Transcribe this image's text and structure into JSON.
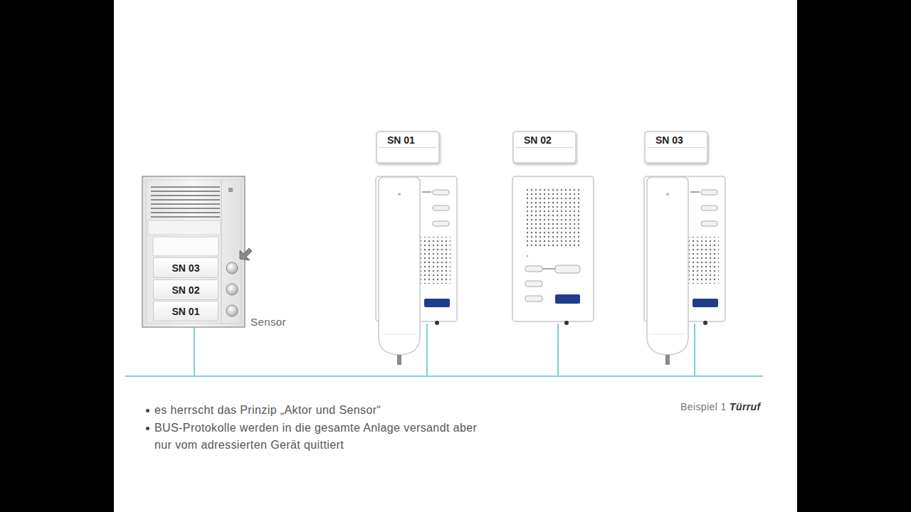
{
  "diagram": {
    "nodes": [
      {
        "text": [
          "SN 03"
        ]
      },
      {
        "text": [
          "SN 02"
        ]
      },
      {
        "text": [
          "SN 01"
        ]
      },
      {
        "text": [
          "SN 01"
        ]
      },
      {
        "text": [
          "SN 02"
        ]
      },
      {
        "text": [
          "SN 03"
        ]
      }
    ],
    "labels": [
      "Sensor",
      "es herrscht das Prinzip „Aktor und Sensor“",
      "BUS-Protokolle werden in die gesamte Anlage versandt aber nur vom adressierten Gerät quittiert",
      "Beispiel 1",
      "Türruf"
    ]
  }
}
